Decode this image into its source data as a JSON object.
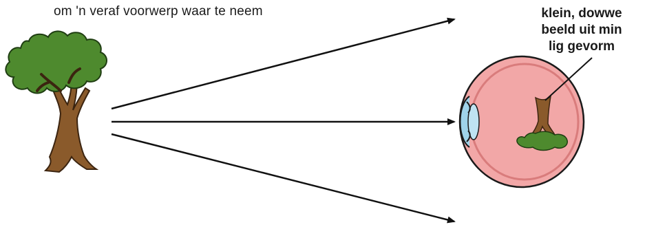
{
  "caption": {
    "title": "om 'n veraf voorwerp waar te neem",
    "image_label": [
      "klein, dowwe",
      "beeld uit min",
      "lig gevorm"
    ]
  },
  "colors": {
    "foliage": "#4e8a2e",
    "trunk": "#8a5a2b",
    "eyeball": "#f2a7a7",
    "sclera_outline": "#1a1a1a",
    "cornea": "#9fd3ea",
    "ray": "#111111"
  },
  "icons": {
    "object": "tree-icon",
    "eye": "eye-cross-section-icon",
    "image": "inverted-tree-image-icon"
  }
}
